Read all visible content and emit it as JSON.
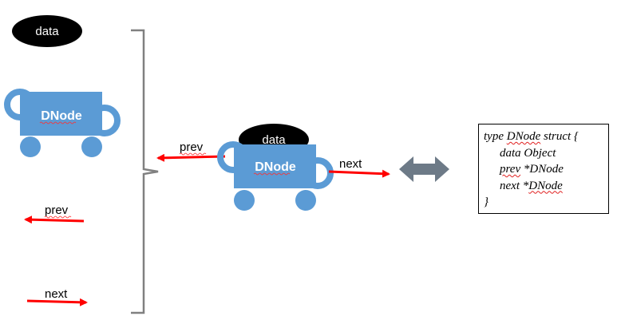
{
  "legend": {
    "data_label": "data",
    "node_label": "DNode",
    "prev_label": "prev",
    "next_label": "next"
  },
  "example": {
    "data_label": "data",
    "node_label": "DNode",
    "prev_label": "prev",
    "next_label": "next"
  },
  "code": {
    "line1_prefix": "type ",
    "line1_type": "DNode",
    "line1_suffix": " struct {",
    "line2": "data Object",
    "line3_field": "prev",
    "line3_type": " *DNode",
    "line4_field": "next *",
    "line4_type": "DNode",
    "line5": "}"
  },
  "colors": {
    "node_fill": "#5b9bd5",
    "node_text": "#ffffff",
    "arrow_red": "#ff0000",
    "brace": "#808080",
    "double_arrow": "#6d7a87",
    "data_ellipse": "#000000"
  }
}
